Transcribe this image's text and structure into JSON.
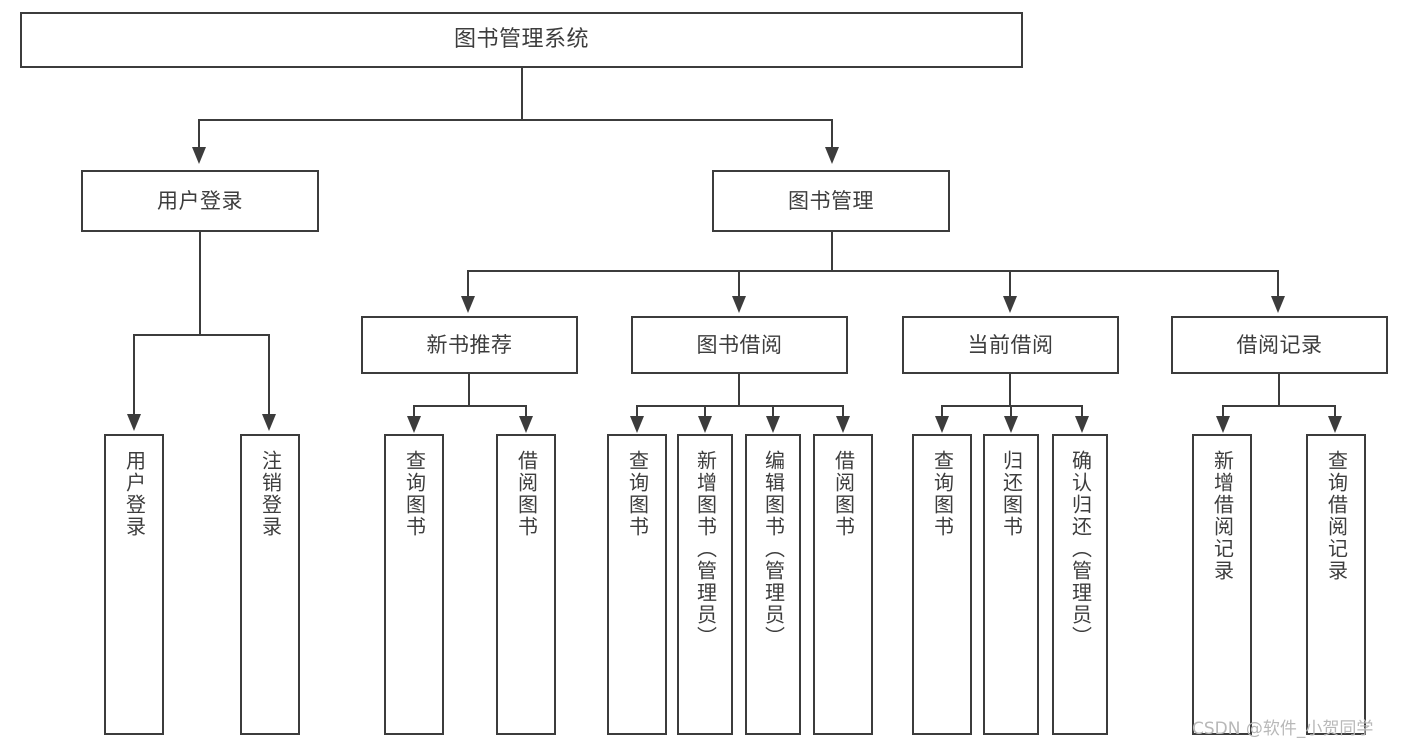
{
  "diagram": {
    "title": "图书管理系统",
    "type": "功能结构图",
    "root": {
      "label": "图书管理系统"
    },
    "tier2": [
      {
        "label": "用户登录"
      },
      {
        "label": "图书管理"
      }
    ],
    "tier3": [
      {
        "label": "新书推荐"
      },
      {
        "label": "图书借阅"
      },
      {
        "label": "当前借阅"
      },
      {
        "label": "借阅记录"
      }
    ],
    "leaves": {
      "user_login": [
        {
          "label": "用户登录"
        },
        {
          "label": "注销登录"
        }
      ],
      "new_book_recommend": [
        {
          "label": "查询图书"
        },
        {
          "label": "借阅图书"
        }
      ],
      "book_borrow": [
        {
          "label": "查询图书"
        },
        {
          "label": "新增图书（管理员）"
        },
        {
          "label": "编辑图书（管理员）"
        },
        {
          "label": "借阅图书"
        }
      ],
      "current_borrow": [
        {
          "label": "查询图书"
        },
        {
          "label": "归还图书"
        },
        {
          "label": "确认归还（管理员）"
        }
      ],
      "borrow_record": [
        {
          "label": "新增借阅记录"
        },
        {
          "label": "查询借阅记录"
        }
      ]
    }
  },
  "watermark": {
    "text": "CSDN @软件_小贺同学"
  },
  "colors": {
    "stroke": "#3c3c3c",
    "background": "#ffffff",
    "text": "#3d3d3d",
    "watermark": "#b8b8b8"
  }
}
